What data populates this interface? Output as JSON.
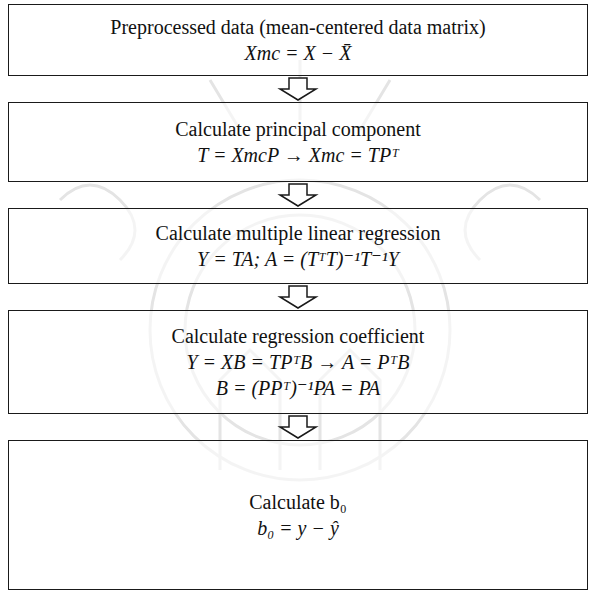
{
  "diagram": {
    "nodes": [
      {
        "text": [
          "Preprocessed data (mean-centered data matrix)",
          "Xmc = X − X̄"
        ]
      },
      {
        "text": [
          "Calculate principal component",
          "T = XmcP → Xmc = TPᵀ"
        ]
      },
      {
        "text": [
          "Calculate multiple linear regression",
          "Y = TA; A = (TᵀT)⁻¹T⁻¹Y"
        ]
      },
      {
        "text": [
          "Calculate regression coefficient",
          "Y = XB = TPᵀB → A = PᵀB",
          "B = (PPᵀ)⁻¹PA = PA"
        ]
      },
      {
        "text": [
          "Calculate b₀",
          "b₀ = y − ŷ"
        ]
      }
    ],
    "edges": [
      {
        "from": 0,
        "to": 1,
        "arrow": "to"
      },
      {
        "from": 1,
        "to": 2,
        "arrow": "to"
      },
      {
        "from": 2,
        "to": 3,
        "arrow": "to"
      },
      {
        "from": 3,
        "to": 4,
        "arrow": "to"
      }
    ]
  }
}
